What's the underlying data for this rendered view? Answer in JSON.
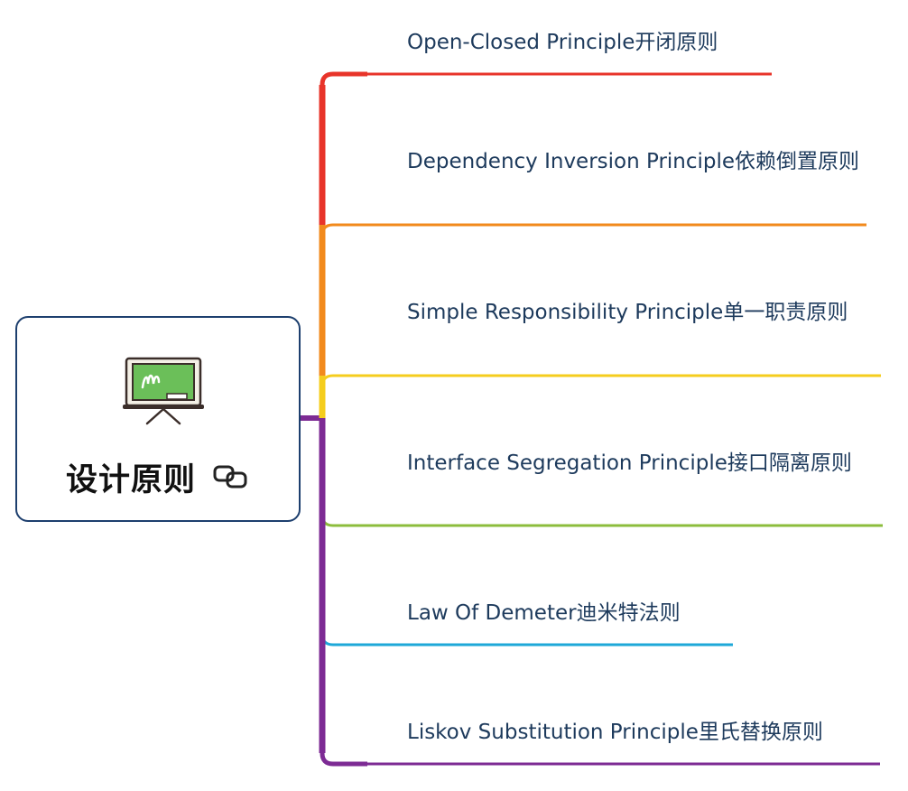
{
  "root": {
    "title": "设计原则",
    "icon": "blackboard-icon",
    "link_icon": "link-icon",
    "border_color": "#1d3f6e"
  },
  "branches": [
    {
      "label": "Open-Closed Principle开闭原则",
      "color": "#e8342a"
    },
    {
      "label": "Dependency Inversion Principle依赖倒置原则",
      "color": "#f28a1c"
    },
    {
      "label": "Simple Responsibility Principle单一职责原则",
      "color": "#f5cd1d"
    },
    {
      "label": "Interface Segregation Principle接口隔离原则",
      "color": "#8cbd3c"
    },
    {
      "label": "Law Of Demeter迪米特法则",
      "color": "#1ea8d8"
    },
    {
      "label": "Liskov Substitution Principle里氏替换原则",
      "color": "#7d2b94"
    }
  ]
}
